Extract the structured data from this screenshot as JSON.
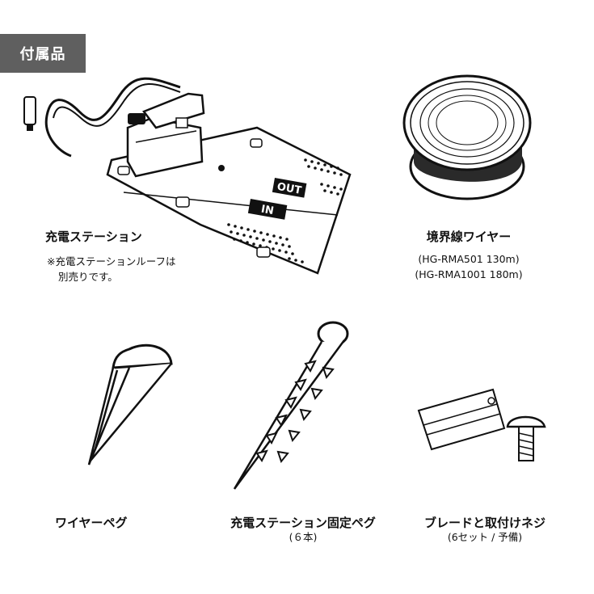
{
  "header": {
    "title": "付属品"
  },
  "items": [
    {
      "name": "充電ステーション",
      "note_line1": "※充電ステーションルーフは",
      "note_line2": "別売りです。",
      "station_labels": {
        "out": "OUT",
        "in": "IN"
      }
    },
    {
      "name": "境界線ワイヤー",
      "spec_line1": "(HG-RMA501 130m)",
      "spec_line2": "(HG-RMA1001 180m)"
    },
    {
      "name": "ワイヤーペグ"
    },
    {
      "name": "充電ステーション固定ペグ",
      "quantity": "(６本)"
    },
    {
      "name": "ブレードと取付けネジ",
      "quantity": "(6セット / 予備)"
    }
  ]
}
